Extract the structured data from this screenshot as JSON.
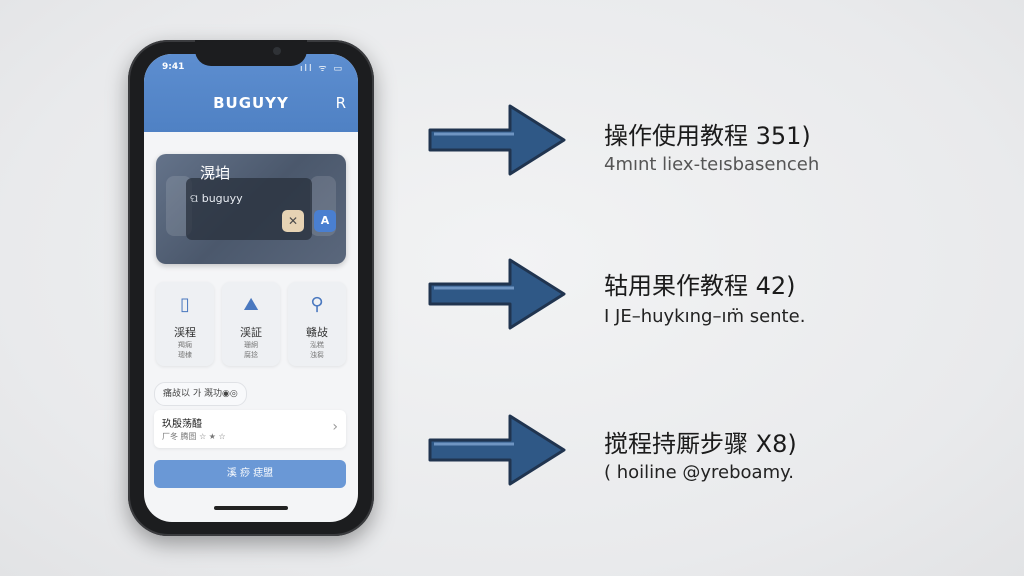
{
  "phone": {
    "status_time": "9:41",
    "status_icons": "ıll ᯤ ▭",
    "app_title": "BUGUYY",
    "header_right": "R",
    "hero": {
      "title": "滉垍",
      "subtitle": "ପ buguyy",
      "btn1_icon": "wrench-icon",
      "btn1_glyph": "✕",
      "btn2_icon": "letter-a-icon",
      "btn2_glyph": "A"
    },
    "tiles": [
      {
        "icon": "phone-icon",
        "glyph": "▯",
        "title": "渓程",
        "sub1": "羯痫",
        "sub2": "璁棣"
      },
      {
        "icon": "image-icon",
        "glyph": "⛰",
        "title": "渓証",
        "sub1": "珊絅",
        "sub2": "腐捻"
      },
      {
        "icon": "location-pin-icon",
        "glyph": "⚲",
        "title": "赣敁",
        "sub1": "泓糕",
        "sub2": "浊芻"
      }
    ],
    "pill_text": "痛敁以 가 溉功◉◎",
    "row": {
      "title": "玖殷荡醯",
      "sub": "厂冬 腾圄 ☆ ★ ☆"
    },
    "primary_button": "溪 痧 痣盟"
  },
  "steps": [
    {
      "title": "操作使用教程 351)",
      "sub": "4mınt liex-teısbasenceh"
    },
    {
      "title": "轱用果作教程 42)",
      "sub": "I JE–huykıng–ım̈ sente."
    },
    {
      "title": "搅程持厮步骤 X8)",
      "sub": "( hoiline @yreboamy."
    }
  ],
  "colors": {
    "accent": "#4f81c4",
    "arrow_fill": "#2f5886",
    "phone_frame": "#1c1d1f"
  }
}
